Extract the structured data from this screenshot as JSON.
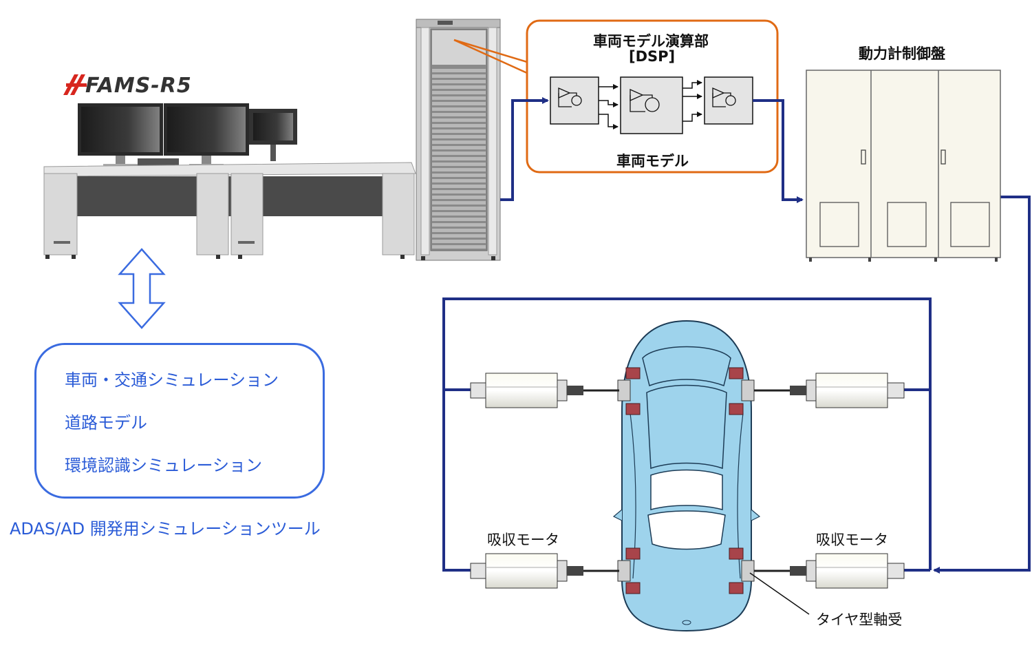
{
  "logo": {
    "text": "FAMS-R5",
    "mark_color": "#d7261e"
  },
  "dsp": {
    "title_line1": "車両モデル演算部",
    "title_line2": "[DSP]",
    "subtitle": "車両モデル"
  },
  "power_panel": {
    "title": "動力計制御盤"
  },
  "simulation_box": {
    "items": [
      "車両・交通シミュレーション",
      "道路モデル",
      "環境認識シミュレーション"
    ]
  },
  "tool_caption": "ADAS/AD 開発用シミュレーションツール",
  "motor_labels": {
    "left": "吸収モータ",
    "right": "吸収モータ"
  },
  "tire_bearing": "タイヤ型軸受",
  "colors": {
    "wire": "#1f2f86",
    "accent_orange": "#e06a14",
    "sim_blue": "#2a5bd7",
    "car_body": "#9ed3ec"
  }
}
